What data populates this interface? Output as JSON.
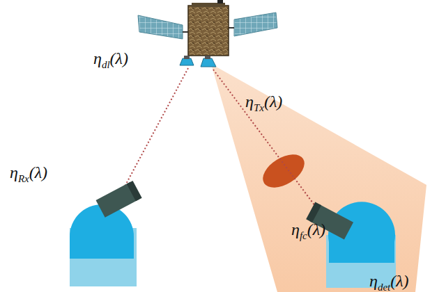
{
  "diagram": {
    "labels": [
      "ηdl(λ)",
      "ηTx(λ)",
      "ηRx(λ)",
      "ηfc(λ)",
      "ηdet(λ)"
    ]
  }
}
